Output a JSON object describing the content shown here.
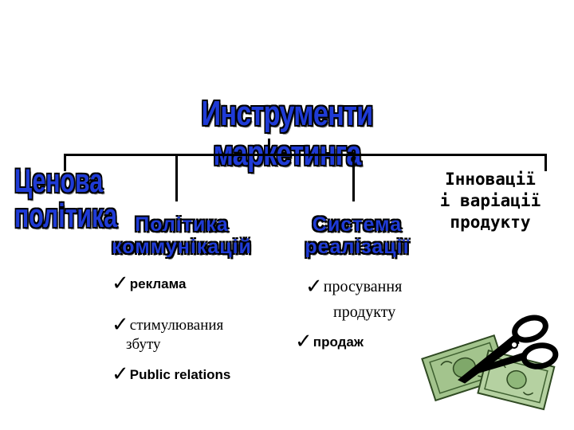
{
  "title": "Инструменти маркетинга",
  "branches": {
    "price": {
      "line1": "Ценова",
      "line2": "політика"
    },
    "communications": {
      "heading_line1": "Політика",
      "heading_line2": "коммунікацій",
      "items": [
        {
          "text": "реклама"
        },
        {
          "line1": "стимулювания",
          "line2": "збуту"
        },
        {
          "text": "Public relations"
        }
      ]
    },
    "distribution": {
      "heading_line1": "Система",
      "heading_line2": "реалізації",
      "items": [
        {
          "line1": "просування",
          "line2": "продукту"
        },
        {
          "text": "продаж"
        }
      ]
    },
    "product": {
      "line1": "Інновації",
      "line2": "і варіації",
      "line3": "продукту"
    }
  },
  "check_glyph": "✓",
  "colors": {
    "heading_blue": "#1f3bd6",
    "money_green": "#8fb77a",
    "scissors": "#000000"
  },
  "icons": [
    "scissors-icon",
    "money-icon"
  ]
}
